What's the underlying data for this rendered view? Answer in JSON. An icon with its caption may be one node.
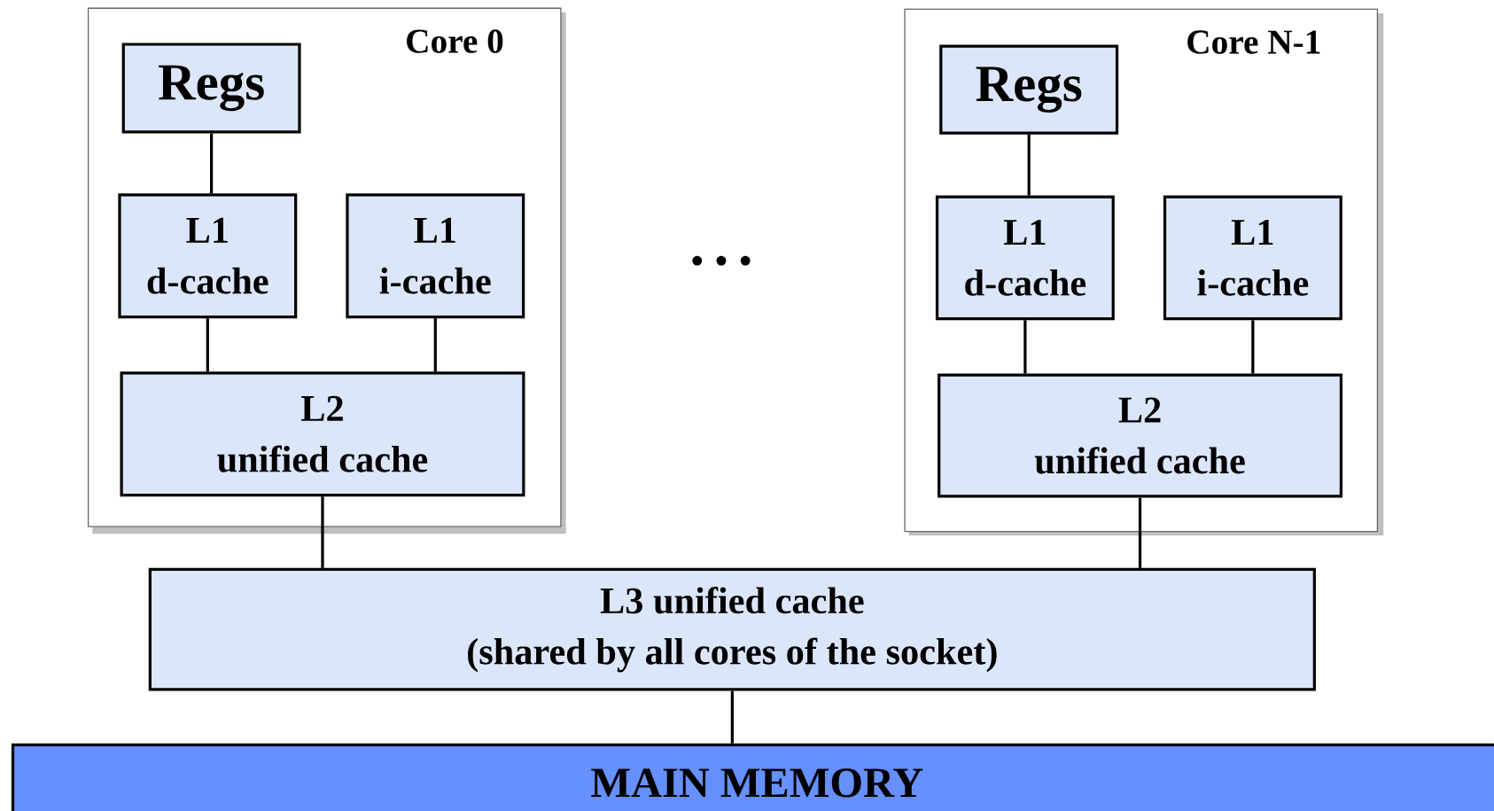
{
  "diagram": {
    "nodes": [
      {
        "text": [
          "Core 0"
        ]
      },
      {
        "text": [
          "Regs"
        ],
        "in": 0
      },
      {
        "text": [
          "L1",
          "d-cache"
        ],
        "in": 0
      },
      {
        "text": [
          "L1",
          "i-cache"
        ],
        "in": 0
      },
      {
        "text": [
          "L2",
          "unified cache"
        ],
        "in": 0
      },
      {
        "text": [
          "Core N-1"
        ]
      },
      {
        "text": [
          "Regs"
        ],
        "in": 5
      },
      {
        "text": [
          "L1",
          "d-cache"
        ],
        "in": 5
      },
      {
        "text": [
          "L1",
          "i-cache"
        ],
        "in": 5
      },
      {
        "text": [
          "L2",
          "unified cache"
        ],
        "in": 5
      },
      {
        "text": [
          "L3 unified cache",
          "(shared by all cores of the socket)"
        ]
      },
      {
        "text": [
          "MAIN MEMORY"
        ]
      }
    ],
    "edges": [
      {
        "from": 1,
        "to": 2,
        "arrow": "none"
      },
      {
        "from": 2,
        "to": 4,
        "arrow": "none"
      },
      {
        "from": 3,
        "to": 4,
        "arrow": "none"
      },
      {
        "from": 4,
        "to": 10,
        "arrow": "none"
      },
      {
        "from": 6,
        "to": 7,
        "arrow": "none"
      },
      {
        "from": 7,
        "to": 9,
        "arrow": "none"
      },
      {
        "from": 8,
        "to": 9,
        "arrow": "none"
      },
      {
        "from": 9,
        "to": 10,
        "arrow": "none"
      },
      {
        "from": 10,
        "to": 11,
        "arrow": "none"
      }
    ],
    "labels": [
      "• • •"
    ]
  }
}
